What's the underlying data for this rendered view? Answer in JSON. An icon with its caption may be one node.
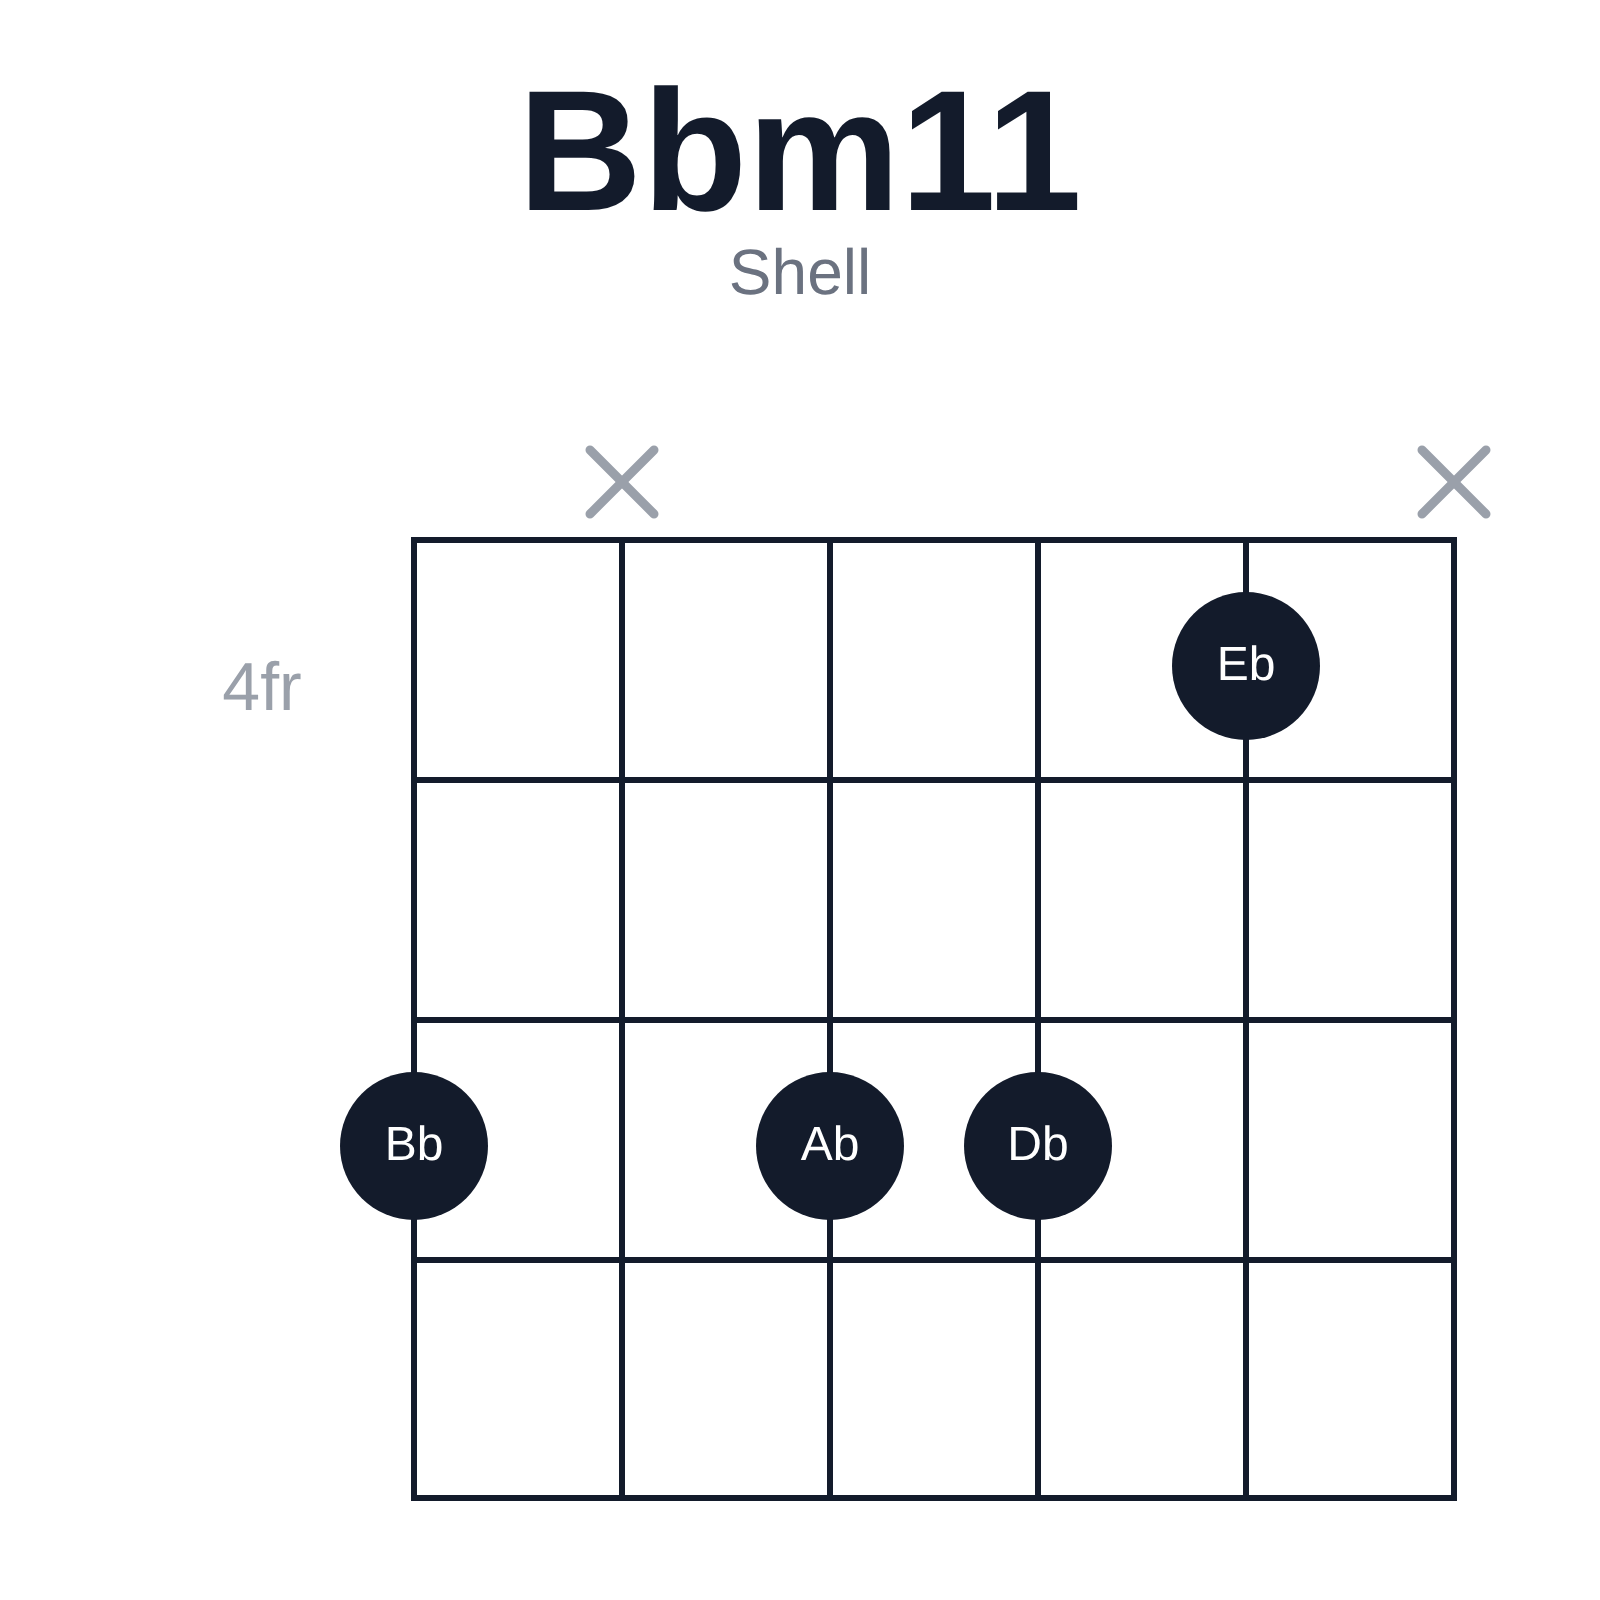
{
  "diagram": {
    "title": "Bbm11",
    "nodes": [
      {
        "text": [
          "Eb"
        ]
      },
      {
        "text": [
          "Bb"
        ]
      },
      {
        "text": [
          "Ab"
        ]
      },
      {
        "text": [
          "Db"
        ]
      }
    ],
    "labels": [
      "Shell",
      "4fr"
    ]
  }
}
